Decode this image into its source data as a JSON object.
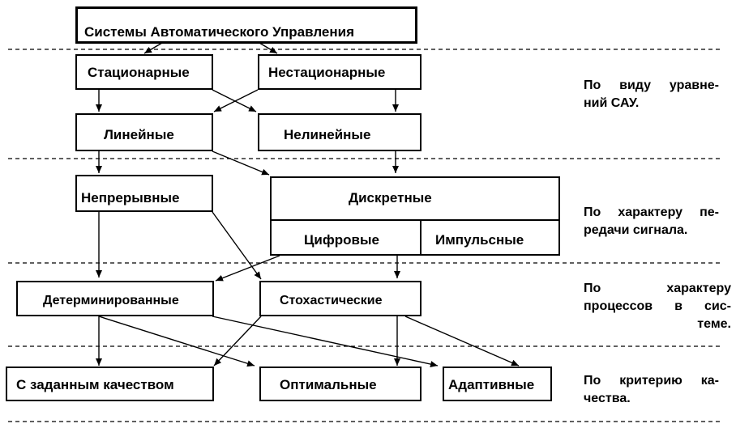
{
  "diagram": {
    "root": "Системы Автоматического Управления",
    "nodes": {
      "stationary": "Стационарные",
      "nonstationary": "Нестационарные",
      "linear": "Линейные",
      "nonlinear": "Нелинейные",
      "continuous": "Непрерывные",
      "discrete": "Дискретные",
      "digital": "Цифровые",
      "pulse": "Импульсные",
      "deterministic": "Детерминированные",
      "stochastic": "Стохастические",
      "given_quality": "С заданным качеством",
      "optimal": "Оптимальные",
      "adaptive": "Адаптивные"
    },
    "notes": {
      "equation_type": [
        "По виду уравне-",
        "ний САУ."
      ],
      "signal_transfer": [
        "По характеру пе-",
        "редачи сигнала."
      ],
      "process_nature": [
        "По характеру",
        "процессов в сис-",
        "теме."
      ],
      "quality_criterion": [
        "По критерию ка-",
        "чества."
      ]
    }
  }
}
